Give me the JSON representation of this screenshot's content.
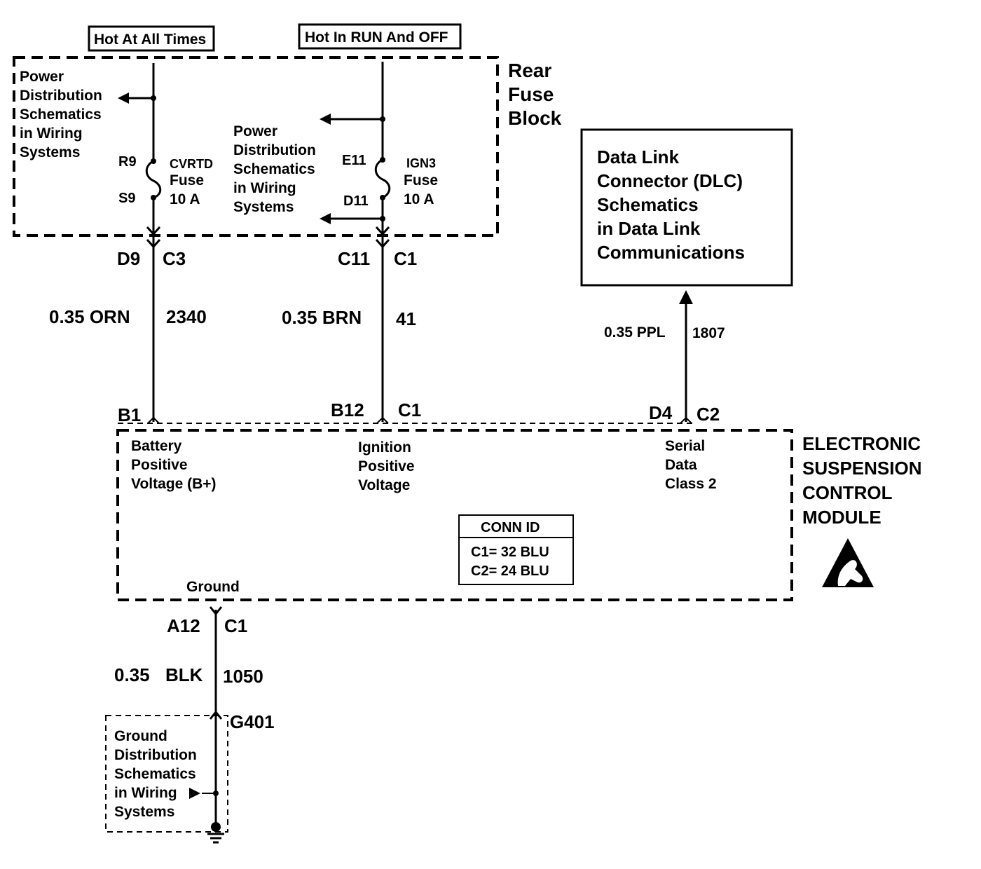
{
  "labels": {
    "hot_at_all_times": "Hot At All Times",
    "hot_in_run_and_off": "Hot In RUN And OFF",
    "rear_fuse_block": [
      "Rear",
      "Fuse",
      "Block"
    ],
    "power_dist_left": [
      "Power",
      "Distribution",
      "Schematics",
      "in Wiring",
      "Systems"
    ],
    "power_dist_mid": [
      "Power",
      "Distribution",
      "Schematics",
      "in Wiring",
      "Systems"
    ],
    "fuse1": {
      "name": "CVRTD",
      "type": "Fuse",
      "rating": "10 A",
      "pin_in": "R9",
      "pin_out": "S9"
    },
    "fuse2": {
      "name": "IGN3",
      "type": "Fuse",
      "rating": "10 A",
      "pin_in": "E11",
      "pin_out": "D11"
    },
    "dlc_box": [
      "Data Link",
      "Connector (DLC)",
      "Schematics",
      "in Data Link",
      "Communications"
    ],
    "wire1": {
      "pin_top": "D9",
      "conn_top": "C3",
      "gauge_color": "0.35 ORN",
      "circuit": "2340",
      "pin_bottom": "B1"
    },
    "wire2": {
      "pin_top": "C11",
      "conn_top": "C1",
      "gauge_color": "0.35 BRN",
      "circuit": "41",
      "pin_bottom": "B12",
      "conn_bottom": "C1"
    },
    "wire3": {
      "gauge_color": "0.35 PPL",
      "circuit": "1807",
      "pin_bottom": "D4",
      "conn_bottom": "C2"
    },
    "module_title": [
      "ELECTRONIC",
      "SUSPENSION",
      "CONTROL",
      "MODULE"
    ],
    "module_inputs": {
      "battery": [
        "Battery",
        "Positive",
        "Voltage (B+)"
      ],
      "ignition": [
        "Ignition",
        "Positive",
        "Voltage"
      ],
      "serial": [
        "Serial",
        "Data",
        "Class 2"
      ],
      "ground": "Ground"
    },
    "conn_id": {
      "title": "CONN ID",
      "c1": "C1= 32 BLU",
      "c2": "C2= 24 BLU"
    },
    "ground_wire": {
      "pin": "A12",
      "conn": "C1",
      "gauge": "0.35",
      "color": "BLK",
      "circuit": "1050",
      "ground_point": "G401"
    },
    "ground_dist": [
      "Ground",
      "Distribution",
      "Schematics",
      "in Wiring",
      "Systems"
    ]
  }
}
